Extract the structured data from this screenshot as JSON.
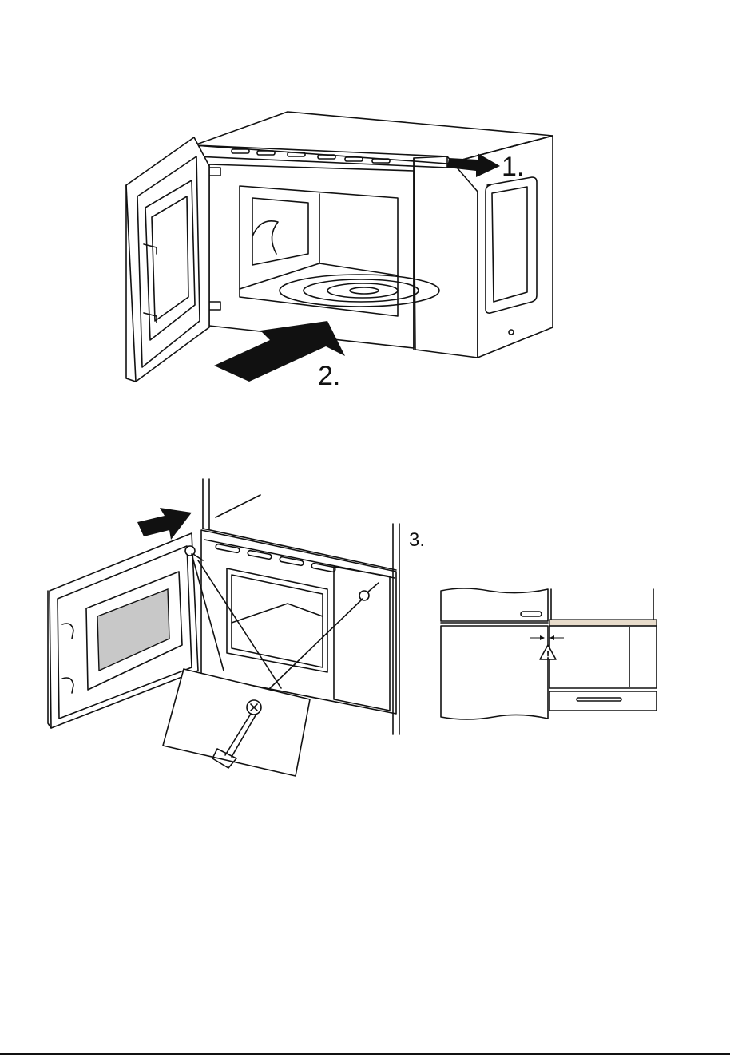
{
  "steps": {
    "step1": "1.",
    "step2": "2.",
    "step3": "3."
  },
  "warning_symbol": "!",
  "colors": {
    "line": "#111111",
    "glass": "#c8c8c8",
    "trim": "#e8dccb"
  },
  "icons": [
    "arrow-icon",
    "screw-icon",
    "screwdriver-icon",
    "warning-triangle-icon"
  ]
}
